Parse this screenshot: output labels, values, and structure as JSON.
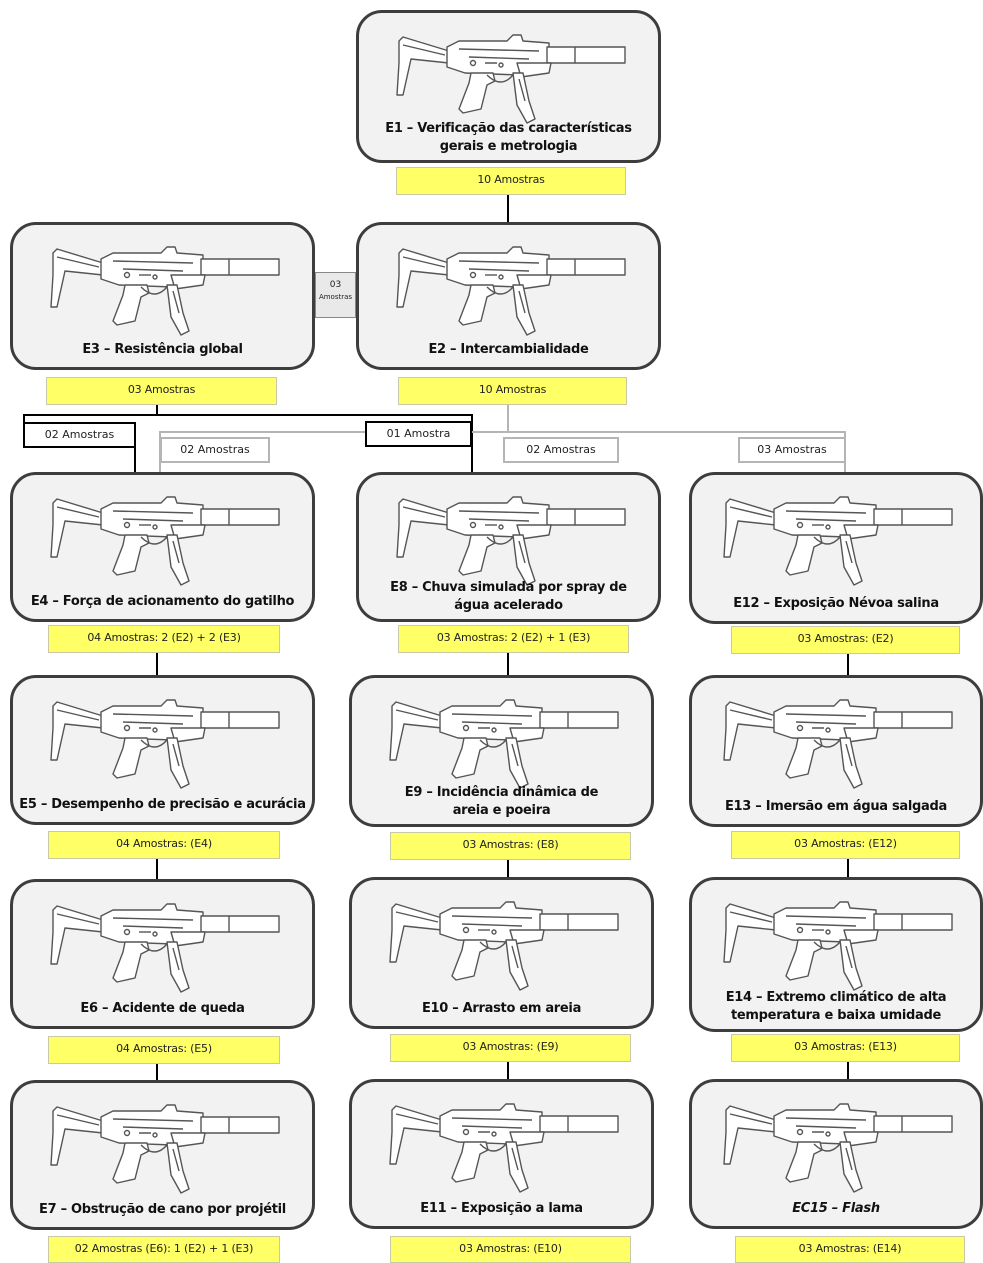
{
  "nodes": {
    "e1": {
      "title_l1": "E1 – Verificação das características",
      "title_l2": "gerais e metrologia",
      "samples": "10 Amostras"
    },
    "e2": {
      "title": "E2 – Intercambialidade",
      "samples": "10 Amostras"
    },
    "e3": {
      "title": "E3 – Resistência global",
      "samples": "03 Amostras"
    },
    "e4": {
      "title": "E4 – Força de acionamento do gatilho",
      "samples": "04 Amostras: 2 (E2) + 2 (E3)"
    },
    "e5": {
      "title": "E5 – Desempenho de precisão e acurácia",
      "samples": "04 Amostras: (E4)"
    },
    "e6": {
      "title": "E6 – Acidente de queda",
      "samples": "04 Amostras: (E5)"
    },
    "e7": {
      "title": "E7 – Obstrução de cano por projétil",
      "samples": "02 Amostras (E6): 1 (E2) + 1 (E3)"
    },
    "e8": {
      "title_l1": "E8 – Chuva simulada por spray de",
      "title_l2": "água acelerado",
      "samples": "03 Amostras: 2 (E2) + 1 (E3)"
    },
    "e9": {
      "title_l1": "E9 – Incidência dinâmica de",
      "title_l2": "areia e poeira",
      "samples": "03 Amostras: (E8)"
    },
    "e10": {
      "title": "E10 – Arrasto em areia",
      "samples": "03 Amostras: (E9)"
    },
    "e11": {
      "title": "E11 – Exposição a lama",
      "samples": "03 Amostras: (E10)"
    },
    "e12": {
      "title": "E12 – Exposição Névoa salina",
      "samples": "03 Amostras: (E2)"
    },
    "e13": {
      "title": "E13 – Imersão em água salgada",
      "samples": "03 Amostras: (E12)"
    },
    "e14": {
      "title_l1": "E14 – Extremo climático de alta",
      "title_l2": "temperatura e baixa umidade",
      "samples": "03 Amostras: (E13)"
    },
    "ec15": {
      "title": "EC15 – Flash",
      "samples": "03 Amostras: (E14)"
    }
  },
  "edges": {
    "e2_e3": {
      "top": "03",
      "bottom": "Amostras"
    },
    "e3_e4": "02 Amostras",
    "e3_e8": "01 Amostra",
    "e2_e4": "02 Amostras",
    "e2_e8": "02 Amostras",
    "e2_e12": "03 Amostras"
  },
  "icon": "submachine-gun-icon"
}
